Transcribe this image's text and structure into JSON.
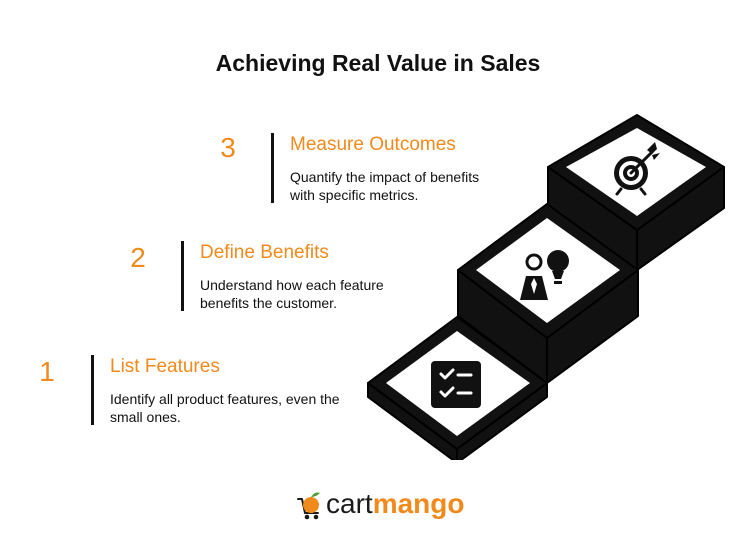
{
  "title": "Achieving Real Value in Sales",
  "steps": [
    {
      "number": "1",
      "title": "List Features",
      "description": "Identify all product features, even the small ones.",
      "icon": "checklist-icon"
    },
    {
      "number": "2",
      "title": "Define Benefits",
      "description": "Understand how each feature benefits the customer.",
      "icon": "person-lightbulb-icon"
    },
    {
      "number": "3",
      "title": "Measure Outcomes",
      "description": "Quantify the impact of benefits with specific metrics.",
      "icon": "target-arrow-icon"
    }
  ],
  "logo": {
    "part1": "cart",
    "part2": "mango"
  },
  "colors": {
    "accent": "#f08a1c",
    "dark": "#111111",
    "background": "#ffffff"
  }
}
